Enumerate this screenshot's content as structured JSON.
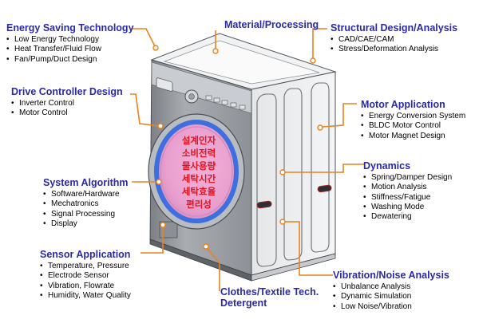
{
  "groups": {
    "energy": {
      "title": "Energy Saving Technology",
      "items": [
        "Low Energy Technology",
        "Heat Transfer/Fluid Flow",
        "Fan/Pump/Duct Design"
      ]
    },
    "material": {
      "title": "Material/Processing"
    },
    "structural": {
      "title": "Structural Design/Analysis",
      "items": [
        "CAD/CAE/CAM",
        "Stress/Deformation Analysis"
      ]
    },
    "drive": {
      "title": "Drive Controller Design",
      "items": [
        "Inverter Control",
        "Motor Control"
      ]
    },
    "motor": {
      "title": "Motor Application",
      "items": [
        "Energy Conversion System",
        "BLDC Motor Control",
        "Motor Magnet Design"
      ]
    },
    "system": {
      "title": "System Algorithm",
      "items": [
        "Software/Hardware",
        "Mechatronics",
        "Signal Processing",
        "Display"
      ]
    },
    "dynamics": {
      "title": "Dynamics",
      "items": [
        "Spring/Damper Design",
        "Motion Analysis",
        "Stiffness/Fatigue",
        "Washing Mode",
        "Dewatering"
      ]
    },
    "sensor": {
      "title": "Sensor Application",
      "items": [
        "Temperature, Pressure",
        "Electrode Sensor",
        "Vibration, Flowrate",
        "Humidity, Water Quality"
      ]
    },
    "vibration": {
      "title": "Vibration/Noise Analysis",
      "items": [
        "Unbalance Analysis",
        "Dynamic Simulation",
        "Low Noise/Vibration"
      ]
    },
    "clothes": {
      "title_line1": "Clothes/Textile Tech.",
      "title_line2": "Detergent"
    }
  },
  "door_text": [
    "설계인자",
    "소비전력",
    "물사용량",
    "세탁시간",
    "세탁효율",
    "편리성"
  ],
  "colors": {
    "title_blue": "#2a2aa8",
    "title_orange": "#e07a1c",
    "leader_orange": "#e9821f",
    "door_blue": "#3d6fe0",
    "door_text_red": "#e0141e"
  }
}
